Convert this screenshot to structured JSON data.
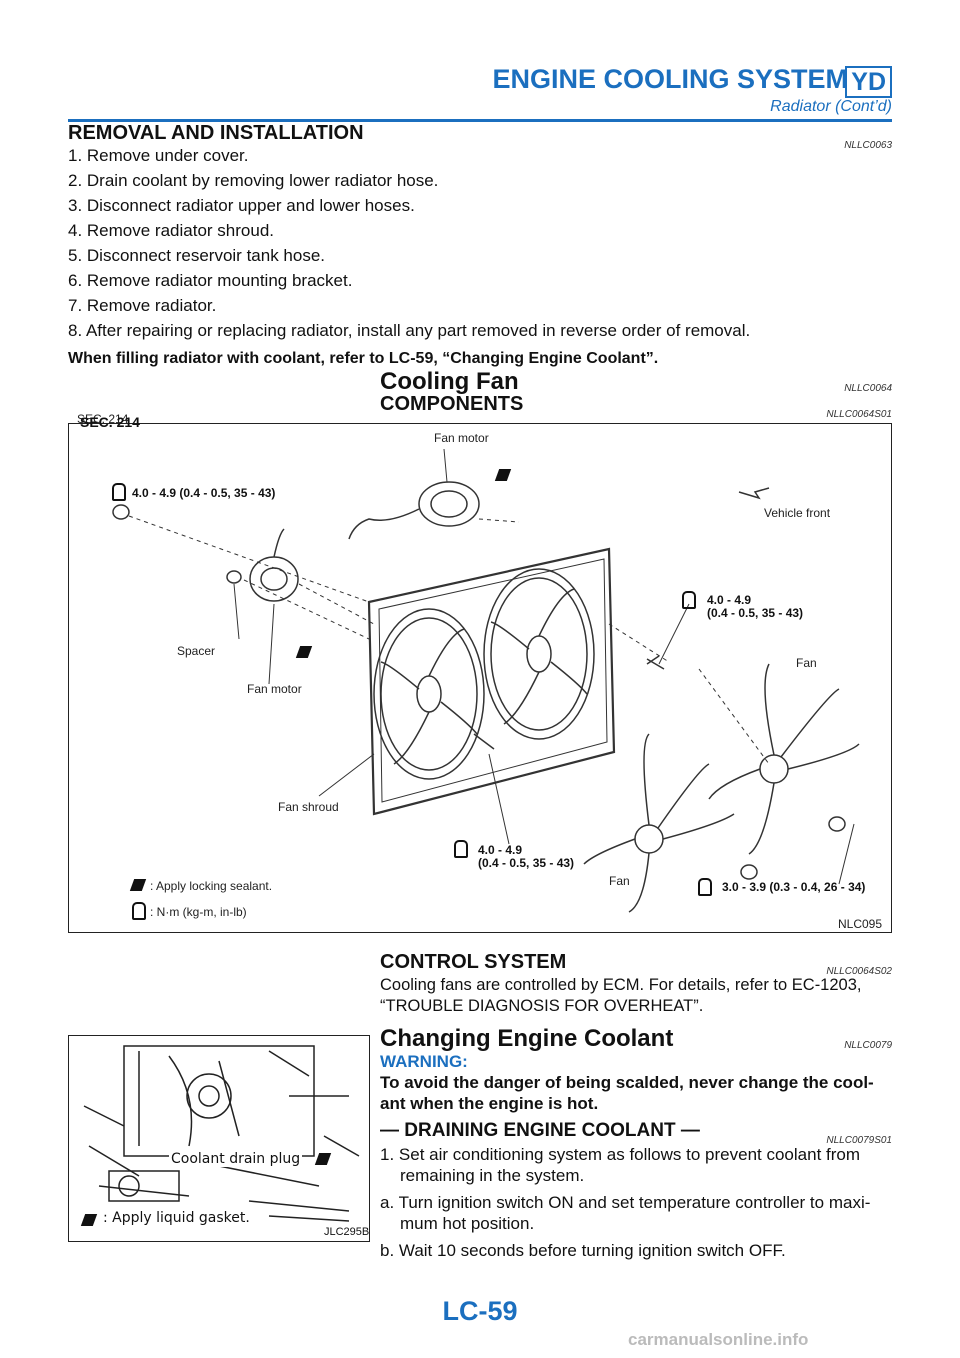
{
  "header": {
    "title": "ENGINE COOLING SYSTEM",
    "badge": "YD",
    "subtitle": "Radiator (Cont’d)"
  },
  "removal": {
    "heading": "REMOVAL AND INSTALLATION",
    "code": "NLLC0063",
    "steps": [
      "1. Remove under cover.",
      "2. Drain coolant by removing lower radiator hose.",
      "3. Disconnect radiator upper and lower hoses.",
      "4. Remove radiator shroud.",
      "5. Disconnect reservoir tank hose.",
      "6. Remove radiator mounting bracket.",
      "7. Remove radiator.",
      "8. After repairing or replacing radiator, install any part removed in reverse order of removal."
    ],
    "note": "When filling radiator with coolant, refer to LC-59, “Changing Engine Coolant”."
  },
  "cooling_fan": {
    "heading": "Cooling Fan",
    "code": "NLLC0064",
    "components_heading": "COMPONENTS",
    "components_code": "NLLC0064S01"
  },
  "figure1": {
    "sec": "SEC. 214",
    "labels": {
      "fan_motor_top": "Fan motor",
      "torque_top": "4.0 - 4.9 (0.4 - 0.5, 35 - 43)",
      "vehicle_front": "Vehicle front",
      "torque_right_1": "4.0 - 4.9",
      "torque_right_2": "(0.4 - 0.5, 35 - 43)",
      "fan_right": "Fan",
      "spacer": "Spacer",
      "fan_motor_left": "Fan motor",
      "fan_shroud": "Fan shroud",
      "torque_bottom_1": "4.0 - 4.9",
      "torque_bottom_2": "(0.4 - 0.5, 35 - 43)",
      "fan_bottom": "Fan",
      "torque_bottom_right": "3.0 - 3.9 (0.3 - 0.4, 26 - 34)",
      "legend_sealant": ": Apply locking sealant.",
      "legend_torque": ": N·m (kg-m, in-lb)",
      "figure_id": "NLC095"
    }
  },
  "control": {
    "heading": "CONTROL SYSTEM",
    "code": "NLLC0064S02",
    "line1": "Cooling fans are controlled by ECM. For details, refer to EC-1203,",
    "line2": "“TROUBLE DIAGNOSIS FOR OVERHEAT”."
  },
  "figure2": {
    "label_drain": "Coolant drain plug",
    "label_gasket": ": Apply liquid gasket.",
    "figure_id": "JLC295B"
  },
  "changing": {
    "heading": "Changing Engine Coolant",
    "code": "NLLC0079",
    "warning_label": "WARNING:",
    "warning_line1": "To avoid the danger of being scalded, never change the cool-",
    "warning_line2": "ant when the engine is hot.",
    "draining_heading": "— DRAINING ENGINE COOLANT —",
    "draining_code": "NLLC0079S01",
    "step1_line1": "1. Set air conditioning system as follows to prevent coolant from",
    "step1_line2": "remaining in the system.",
    "stepa_line1": "a. Turn ignition switch ON and set temperature controller to maxi-",
    "stepa_line2": "mum hot position.",
    "stepb": "b. Wait 10 seconds before turning ignition switch OFF."
  },
  "footer": {
    "page": "LC-59",
    "watermark": "carmanualsonline.info"
  }
}
